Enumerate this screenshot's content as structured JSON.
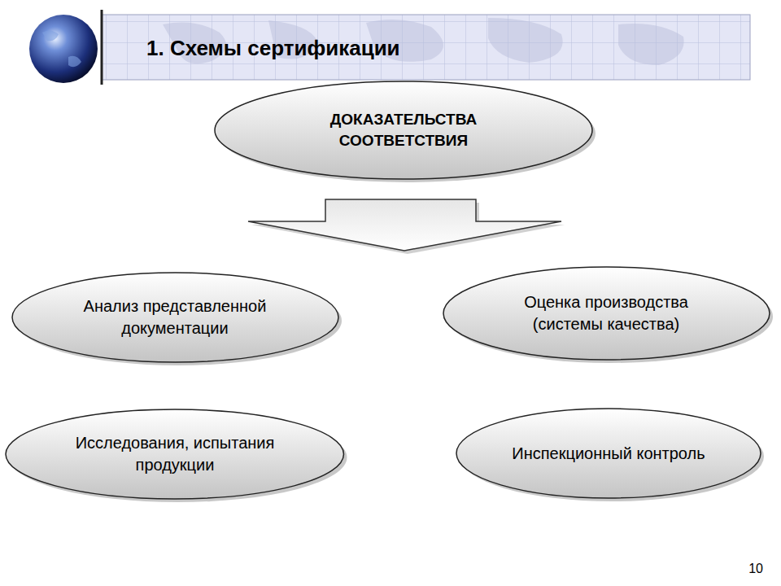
{
  "diagram": {
    "title": "1. Схемы сертификации",
    "nodes": [
      {
        "text": [
          "ДОКАЗАТЕЛЬСТВА СООТВЕТСТВИЯ"
        ]
      },
      {
        "text": [
          "Анализ представленной документации"
        ]
      },
      {
        "text": [
          "Оценка производства (системы качества)"
        ]
      },
      {
        "text": [
          "Исследования, испытания продукции"
        ]
      },
      {
        "text": [
          "Инспекционный контроль"
        ]
      }
    ],
    "labels": [
      "10"
    ]
  }
}
